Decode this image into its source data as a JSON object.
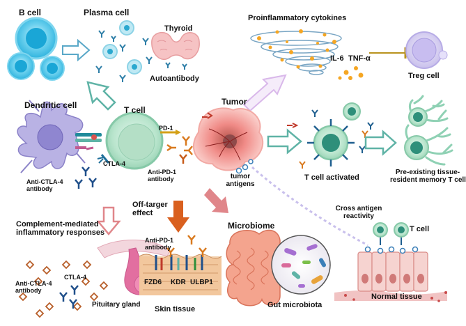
{
  "labels": {
    "b_cell": "B cell",
    "plasma_cell": "Plasma cell",
    "thyroid": "Thyroid",
    "autoantibody": "Autoantibody",
    "proinflammatory_cytokines": "Proinflammatory cytokines",
    "il6": "IL-6",
    "tnf_alpha": "TNF-α",
    "treg_cell": "Treg cell",
    "dendritic_cell": "Dendritic cell",
    "t_cell": "T cell",
    "tumor": "Tumor",
    "pd1": "PD-1",
    "ctla4": "CTLA-4",
    "anti_pd1_antibody": "Anti-PD-1\nantibody",
    "anti_ctla4_antibody": "Anti-CTLA-4\nantibody",
    "tumor_antigens": "tumor\nantigens",
    "t_cell_activated": "T cell activated",
    "memory_t_cells": "Pre-existing tissue-\nresident memory T cells",
    "complement_responses": "Complement-mediated\ninflammatory responses",
    "off_target_effect": "Off-targer\neffect",
    "microbiome": "Microbiome",
    "cross_antigen_reactivity": "Cross antigen\nreactivity",
    "t_cell_normal": "T cell",
    "anti_pd1_antibody_skin": "Anti-PD-1\nantibody",
    "fzd6": "FZD6",
    "kdr": "KDR",
    "ulbp1": "ULBP1",
    "skin_tissue": "Skin tissue",
    "gut_microbiota": "Gut microbiota",
    "normal_tissue": "Normal tissue",
    "anti_ctla4_antibody_pit": "Anti-CTLA-4\nantibody",
    "ctla4_pit": "CTLA-4",
    "pituitary_gland": "Pituitary gland"
  },
  "colors": {
    "arrow_teal": "#5fb3a6",
    "arrow_orange": "#d9601f",
    "arrow_pink": "#e0868a",
    "arrow_lilac": "#d9b8ea",
    "t_cell_green": "#a6dcc0",
    "b_cell_cyan": "#4cc3e6",
    "dendritic_purple": "#a8a0d8",
    "tumor_red": "#e36a6a"
  }
}
